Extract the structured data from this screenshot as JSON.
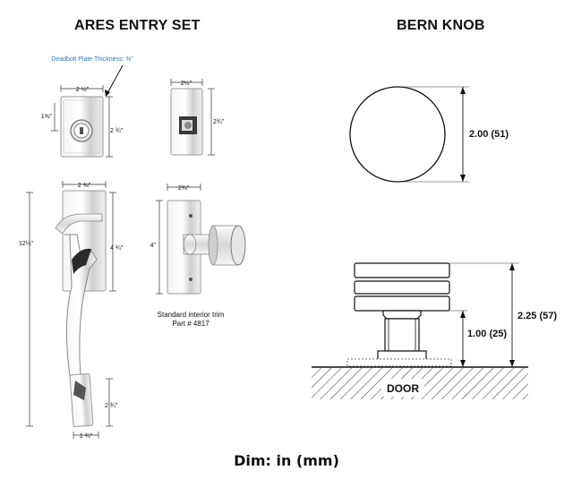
{
  "titles": {
    "left": "ARES ENTRY SET",
    "right": "BERN KNOB"
  },
  "footer": "Dim: in (mm)",
  "ares": {
    "deadbolt_note": "Deadbolt Plate Thickness: ⅜\"",
    "deadbolt_width": "2 ½\"",
    "deadbolt_height": "2 ¾\"",
    "deadbolt_cyl_offset": "1⅝\"",
    "side_width": "2½\"",
    "side_height": "2¾\"",
    "handle_width": "2 ⅜\"",
    "handle_total": "12¼\"",
    "handle_mid": "4 ¾\"",
    "handle_bottom": "2 ¾\"",
    "handle_foot": "1 ¾\"",
    "interior_width": "2⅜\"",
    "interior_height": "4\"",
    "interior_caption_1": "Standard interior trim",
    "interior_caption_2": "Part # 4817"
  },
  "bern": {
    "diameter": "2.00 (51)",
    "projection": "2.25 (57)",
    "stem": "1.00 (25)",
    "door_label": "DOOR"
  },
  "colors": {
    "ink": "#111111",
    "label_blue": "#2f78c0",
    "chrome_dark": "#555555"
  }
}
